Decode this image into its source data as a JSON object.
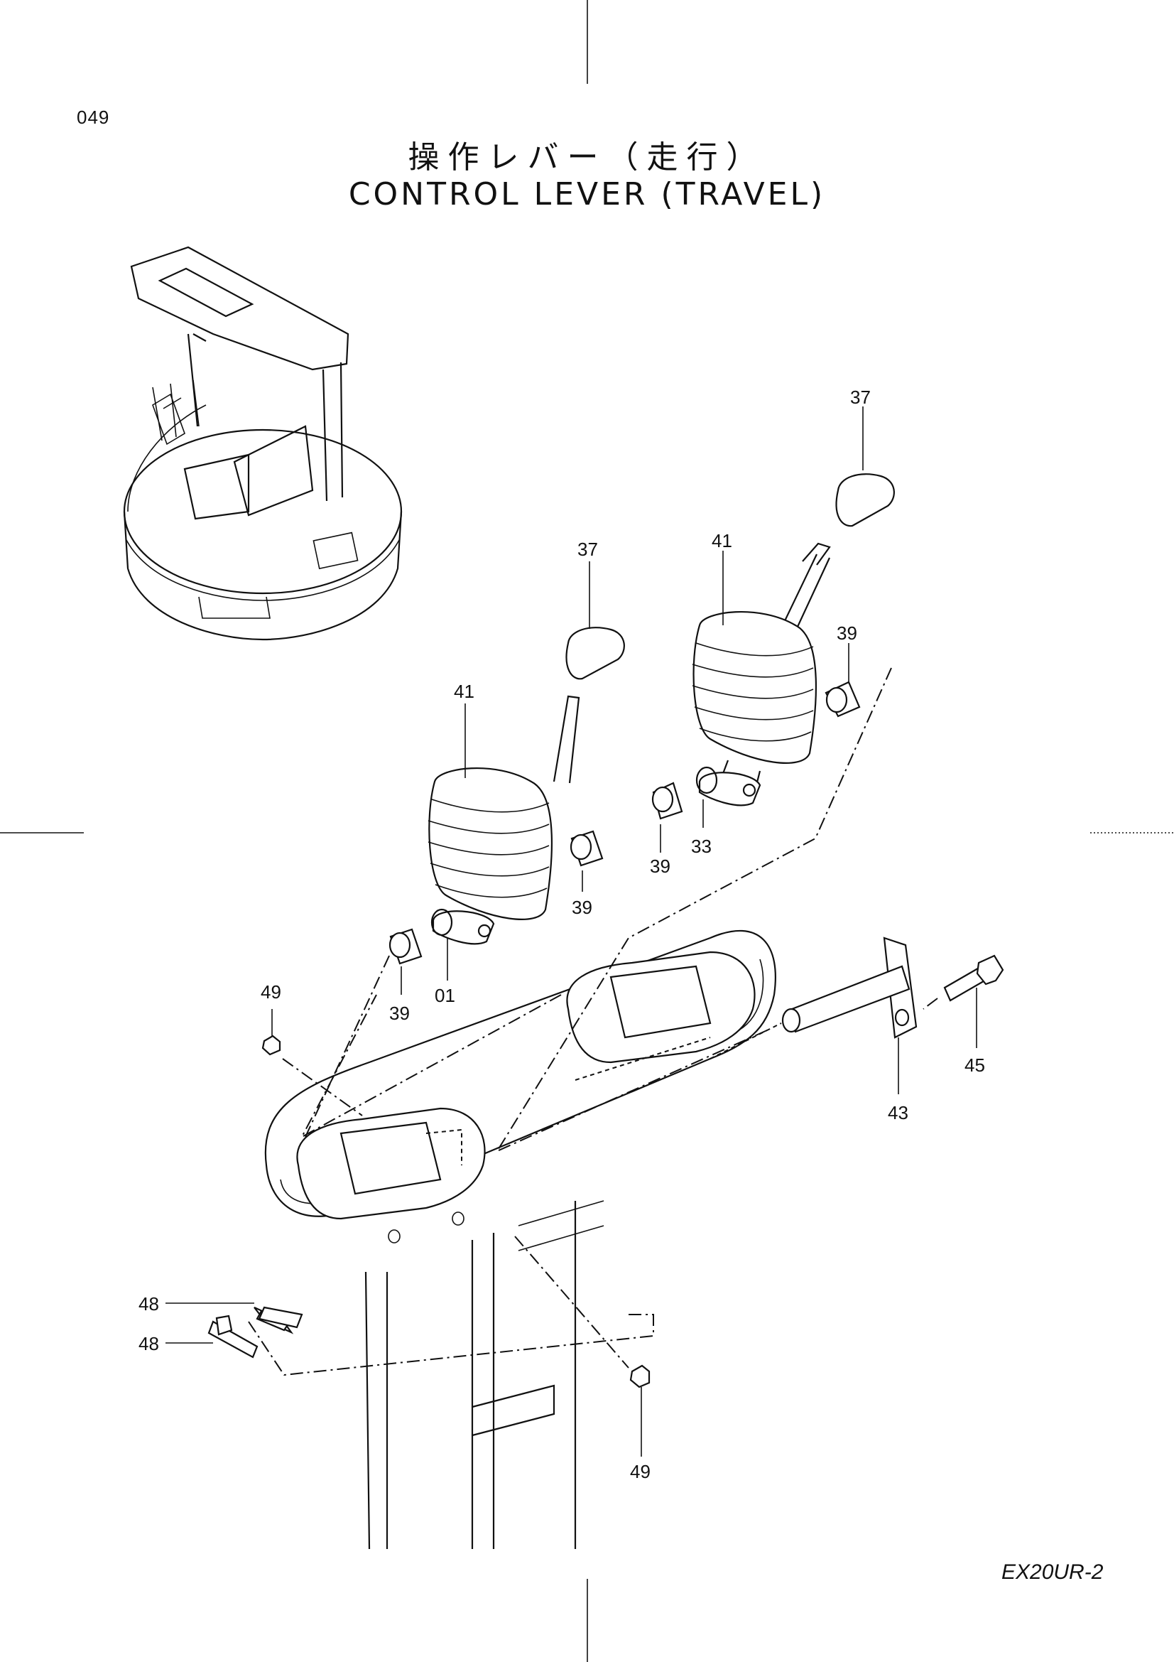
{
  "page_number": "049",
  "title_japanese": "操作レバー（走行）",
  "title_english": "CONTROL LEVER (TRAVEL)",
  "model_code": "EX20UR-2",
  "callouts": {
    "c37a": "37",
    "c37b": "37",
    "c41a": "41",
    "c41b": "41",
    "c39a": "39",
    "c39b": "39",
    "c39c": "39",
    "c39d": "39",
    "c33": "33",
    "c01": "01",
    "c49a": "49",
    "c49b": "49",
    "c45": "45",
    "c43": "43",
    "c48a": "48",
    "c48b": "48"
  }
}
